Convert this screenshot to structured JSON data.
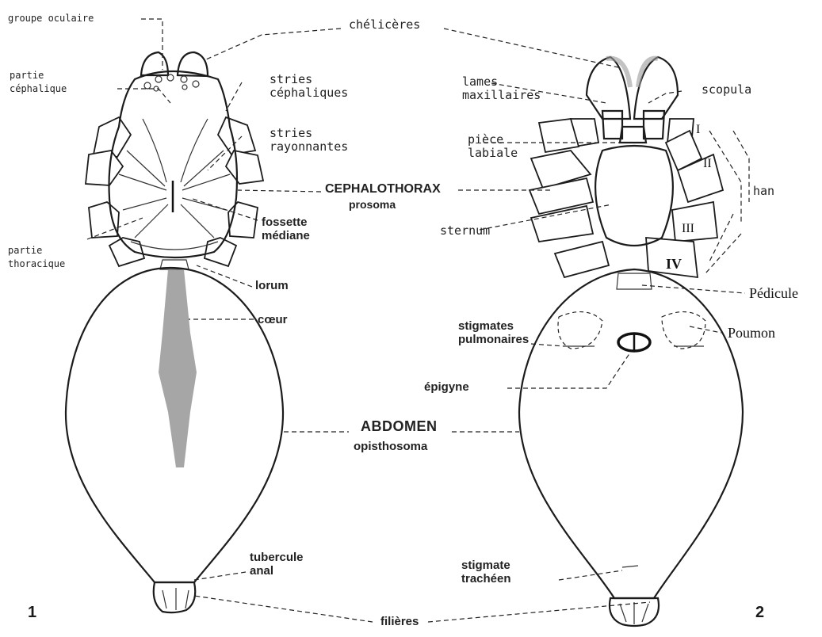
{
  "fig1": {
    "number": "1",
    "labels": {
      "groupe_oculaire": "groupe oculaire",
      "partie_cephalique": "partie\ncéphalique",
      "cheliceres": "chélicères",
      "stries_cephaliques": "stries\ncéphaliques",
      "stries_rayonnantes": "stries\nrayonnantes",
      "cephalothorax": "CEPHALOTHORAX",
      "prosoma": "prosoma",
      "fossette_mediane": "fossette\nmédiane",
      "partie_thoracique": "partie\nthoracique",
      "lorum": "lorum",
      "coeur": "cœur",
      "abdomen": "ABDOMEN",
      "opisthosoma": "opisthosoma",
      "tubercule_anal": "tubercule\nanal",
      "filieres": "filières"
    }
  },
  "fig2": {
    "number": "2",
    "labels": {
      "lames_maxillaires": "lames\nmaxillaires",
      "scopula": "scopula",
      "piece_labiale": "pièce\nlabiale",
      "han": "han",
      "sternum": "sternum",
      "pedicule": "Pédicule",
      "stigmates_pulmonaires": "stigmates\npulmonaires",
      "poumon": "Poumon",
      "epigyne": "épigyne",
      "stigmate_tracheen": "stigmate\ntrachéen"
    },
    "coxa_numerals": [
      "I",
      "II",
      "III",
      "IV"
    ]
  }
}
